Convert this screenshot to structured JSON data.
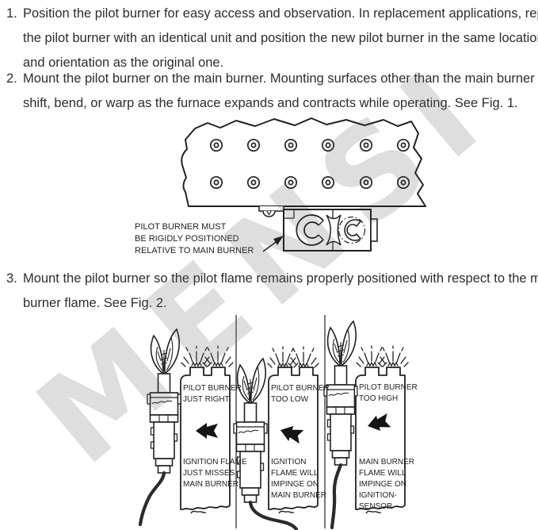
{
  "watermark": {
    "text": "MENSI",
    "color": "#dedede"
  },
  "colors": {
    "ink": "#222222",
    "text": "#2d2d2d",
    "background": "#ffffff"
  },
  "instructions": {
    "items": [
      {
        "number": "1.",
        "lines": [
          "Position the pilot burner for easy access and observation. In replacement applications, replace",
          "the pilot burner with an identical unit and position the new pilot burner in the same location",
          "and orientation as the original one."
        ]
      },
      {
        "number": "2.",
        "lines": [
          "Mount the pilot burner on the main burner. Mounting surfaces other than the main burner can",
          "shift, bend, or warp as the furnace expands and contracts while operating. See Fig. 1."
        ]
      },
      {
        "number": "3.",
        "lines": [
          "Mount the pilot burner so the pilot flame remains properly positioned with respect to the main",
          "burner flame. See Fig. 2."
        ]
      }
    ]
  },
  "fig1": {
    "label_lines": [
      "PILOT BURNER MUST",
      "BE RIGIDLY POSITIONED",
      "RELATIVE TO MAIN BURNER"
    ]
  },
  "fig2": {
    "panels": [
      {
        "position_lines": [
          "PILOT BURNER",
          "JUST RIGHT"
        ],
        "caption_lines": [
          "IGNITION FLAME",
          "JUST MISSES",
          "MAIN BURNER"
        ]
      },
      {
        "position_lines": [
          "PILOT BURNER",
          "TOO LOW"
        ],
        "caption_lines": [
          "IGNITION",
          "FLAME WILL",
          "IMPINGE ON",
          "MAIN BURNER"
        ]
      },
      {
        "position_lines": [
          "PILOT BURNER",
          "TOO HIGH"
        ],
        "caption_lines": [
          "MAIN BURNER",
          "FLAME WILL",
          "IMPINGE ON",
          "IGNITION-",
          "SENSOR"
        ]
      }
    ]
  }
}
